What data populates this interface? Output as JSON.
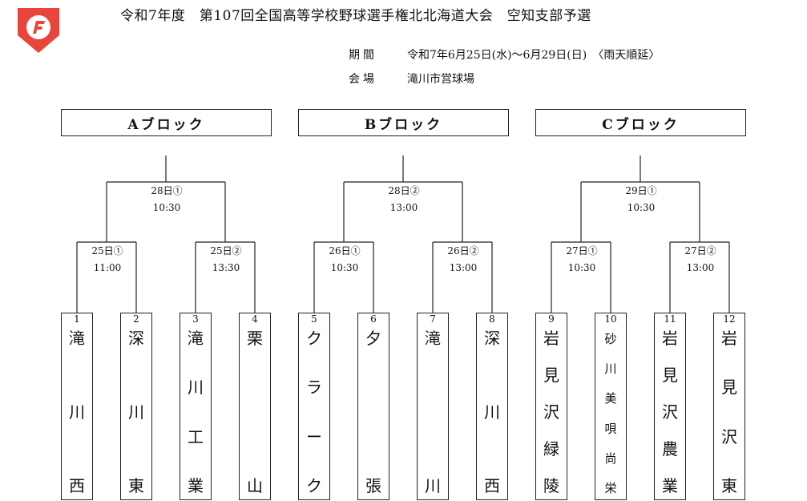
{
  "header": {
    "logo_icon": "app-logo-icon",
    "title": "令和7年度　第107回全国高等学校野球選手権北北海道大会　空知支部予選",
    "period_label": "期間",
    "period_value": "令和7年6月25日(水)～6月29日(日)　〈雨天順延〉",
    "venue_label": "会場",
    "venue_value": "滝川市営球場"
  },
  "blocks": [
    {
      "name": "Aブロック",
      "final": {
        "date": "28日①",
        "time": "10:30"
      },
      "semis": [
        {
          "date": "25日①",
          "time": "11:00"
        },
        {
          "date": "25日②",
          "time": "13:30"
        }
      ]
    },
    {
      "name": "Bブロック",
      "final": {
        "date": "28日②",
        "time": "13:00"
      },
      "semis": [
        {
          "date": "26日①",
          "time": "10:30"
        },
        {
          "date": "26日②",
          "time": "13:00"
        }
      ]
    },
    {
      "name": "Cブロック",
      "final": {
        "date": "29日①",
        "time": "10:30"
      },
      "semis": [
        {
          "date": "27日①",
          "time": "10:30"
        },
        {
          "date": "27日②",
          "time": "13:00"
        }
      ]
    }
  ],
  "teams": [
    {
      "num": "1",
      "chars": [
        "滝",
        "川",
        "西"
      ]
    },
    {
      "num": "2",
      "chars": [
        "深",
        "川",
        "東"
      ]
    },
    {
      "num": "3",
      "chars": [
        "滝",
        "川",
        "工",
        "業"
      ]
    },
    {
      "num": "4",
      "chars": [
        "栗",
        "",
        "山"
      ]
    },
    {
      "num": "5",
      "chars": [
        "ク",
        "ラ",
        "ー",
        "ク"
      ]
    },
    {
      "num": "6",
      "chars": [
        "夕",
        "",
        "張"
      ]
    },
    {
      "num": "7",
      "chars": [
        "滝",
        "",
        "川"
      ]
    },
    {
      "num": "8",
      "chars": [
        "深",
        "川",
        "西"
      ]
    },
    {
      "num": "9",
      "chars": [
        "岩",
        "見",
        "沢",
        "緑",
        "陵"
      ]
    },
    {
      "num": "10",
      "chars": [
        "砂",
        "川",
        "美",
        "唄",
        "尚",
        "栄"
      ]
    },
    {
      "num": "11",
      "chars": [
        "岩",
        "見",
        "沢",
        "農",
        "業"
      ]
    },
    {
      "num": "12",
      "chars": [
        "岩",
        "見",
        "沢",
        "東"
      ]
    }
  ]
}
